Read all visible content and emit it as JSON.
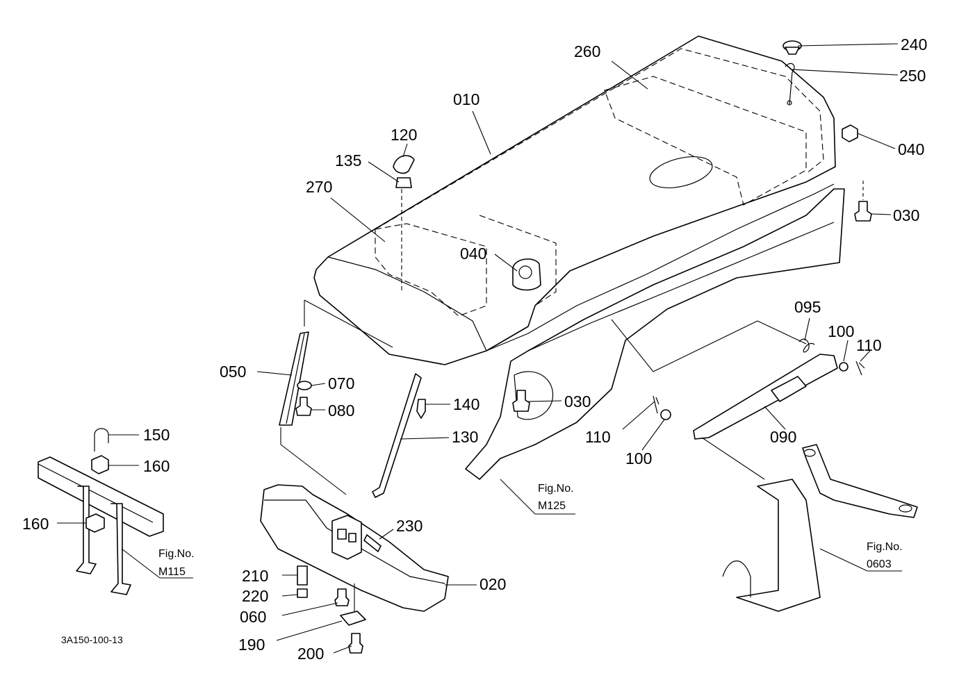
{
  "diagram_id": "3A150-100-13",
  "callouts": {
    "p240": "240",
    "p250": "250",
    "p260": "260",
    "p010": "010",
    "p040a": "040",
    "p040b": "040",
    "p030a": "030",
    "p030b": "030",
    "p120": "120",
    "p135": "135",
    "p270": "270",
    "p050": "050",
    "p070": "070",
    "p080": "080",
    "p140": "140",
    "p130": "130",
    "p095": "095",
    "p100a": "100",
    "p100b": "100",
    "p110a": "110",
    "p110b": "110",
    "p090": "090",
    "p150": "150",
    "p160a": "160",
    "p160b": "160",
    "p230": "230",
    "p020": "020",
    "p210": "210",
    "p220": "220",
    "p060": "060",
    "p190": "190",
    "p200": "200"
  },
  "figure_refs": {
    "m125": {
      "label": "Fig.No.",
      "number": "M125"
    },
    "m115": {
      "label": "Fig.No.",
      "number": "M115"
    },
    "f0603": {
      "label": "Fig.No.",
      "number": "0603"
    }
  }
}
